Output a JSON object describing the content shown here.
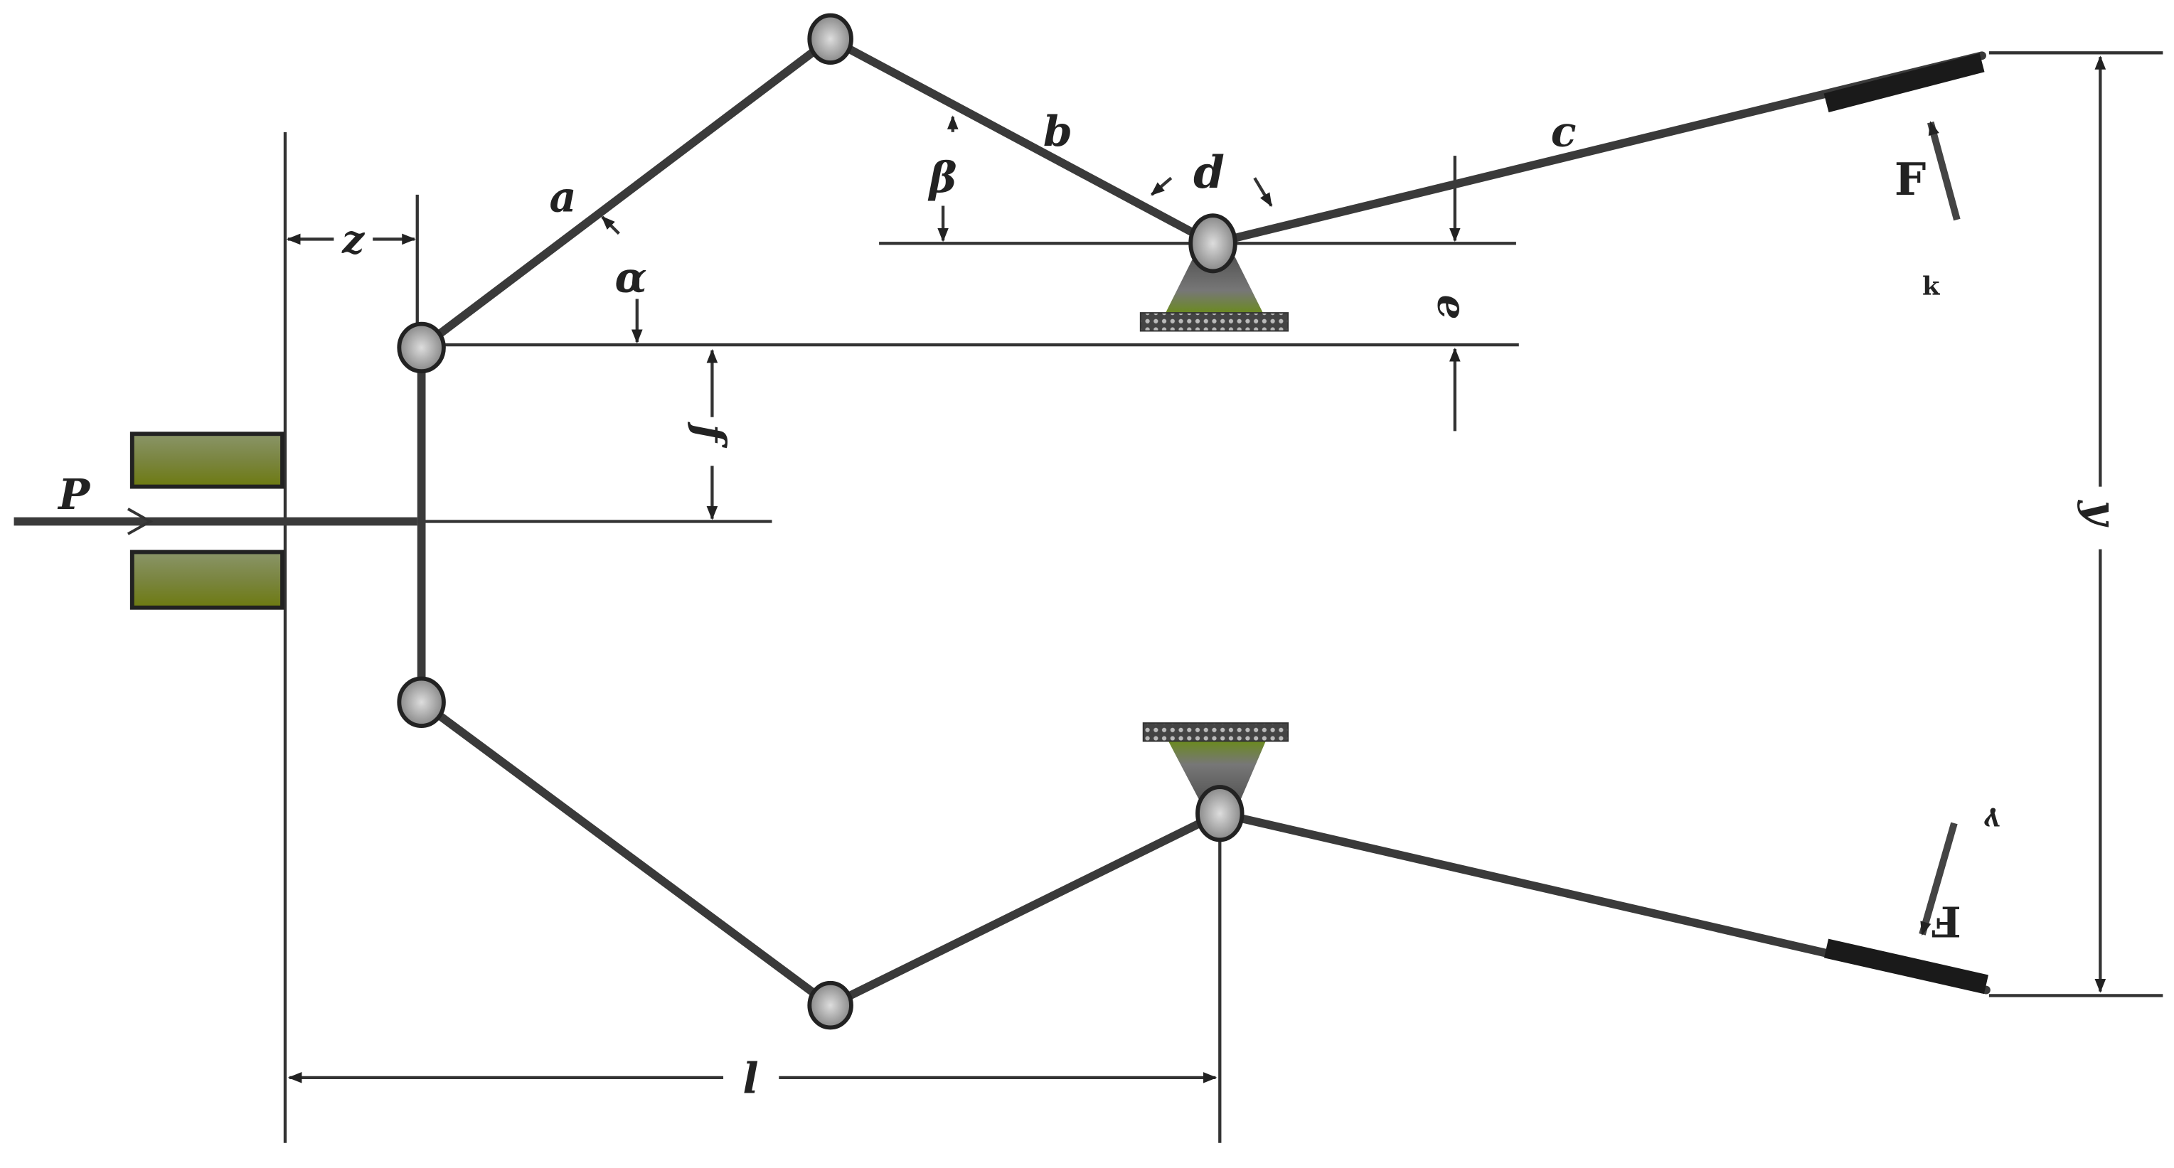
{
  "labels": {
    "a": "a",
    "b": "b",
    "c": "c",
    "d": "d",
    "e": "e",
    "f": "f",
    "z": "z",
    "l": "l",
    "y": "y",
    "P": "P",
    "F_top": "F",
    "F_bottom": "F",
    "alpha": "α",
    "beta": "β",
    "k": "k",
    "gamma": "γ"
  },
  "colors": {
    "link": "#3a3a3a",
    "piston": "#7d8a3a",
    "support": "#6b8a3a",
    "jaw": "#1a1a1a"
  }
}
